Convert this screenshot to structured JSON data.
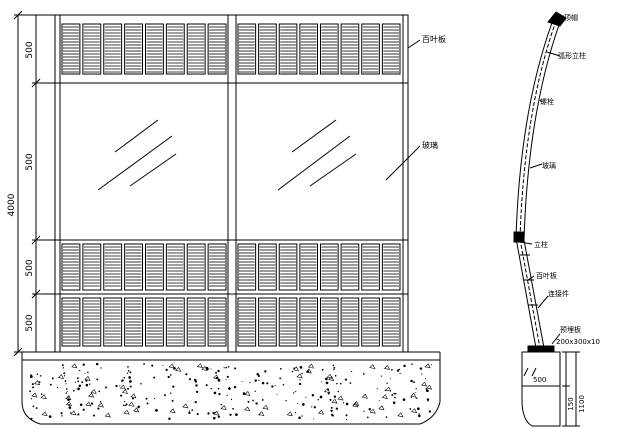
{
  "dimensions": {
    "total_height": "4000",
    "panel_top": "500",
    "panel_glass": "500",
    "panel_mid": "500",
    "panel_bottom": "500"
  },
  "front_labels": {
    "louver_panel": "百叶板",
    "glass_panel": "玻璃"
  },
  "section_labels": {
    "top_cap": "顶帽",
    "curved_column": "弧形立柱",
    "bolt": "螺栓",
    "glass": "玻璃",
    "column": "立柱",
    "louver_panel": "百叶板",
    "connector": "连接件",
    "anchor_plate": "预埋板",
    "plate_spec": "200x300x10",
    "base_width": "500",
    "base_depth_1": "150",
    "base_depth_2": "1100"
  },
  "colors": {
    "line": "#000000",
    "fill": "#ffffff"
  }
}
